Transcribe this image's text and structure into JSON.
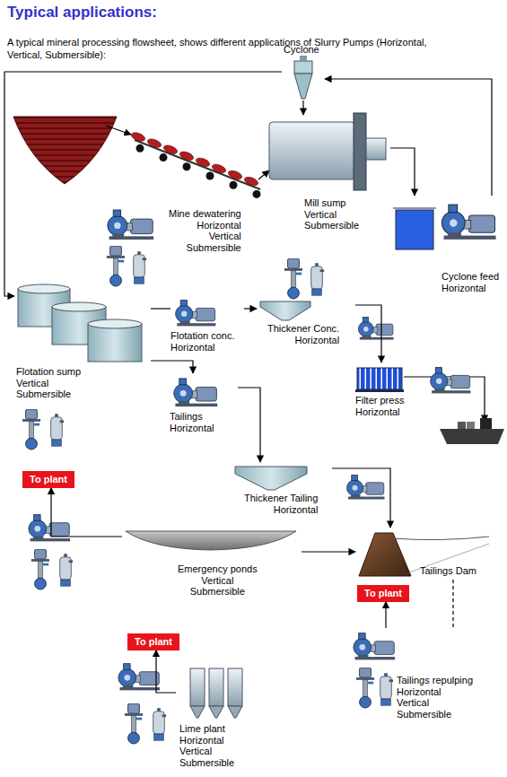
{
  "diagram": {
    "title": "Typical applications:",
    "nodes": [
      {
        "text": [
          "Cyclone"
        ]
      },
      {
        "text": [
          "Mine dewatering",
          "Horizontal",
          "Vertical",
          "Submersible"
        ]
      },
      {
        "text": [
          "Mill sump",
          "Vertical",
          "Submersible"
        ]
      },
      {
        "text": [
          "Cyclone feed",
          "Horizontal"
        ]
      },
      {
        "text": [
          "Flotation sump",
          "Vertical",
          "Submersible"
        ]
      },
      {
        "text": [
          "Flotation conc.",
          "Horizontal"
        ]
      },
      {
        "text": [
          "Thickener Conc.",
          "Horizontal"
        ]
      },
      {
        "text": [
          "Filter press",
          "Horizontal"
        ]
      },
      {
        "text": [
          "Tailings",
          "Horizontal"
        ]
      },
      {
        "text": [
          "To plant"
        ]
      },
      {
        "text": [
          "Thickener Tailing",
          "Horizontal"
        ]
      },
      {
        "text": [
          "Emergency ponds",
          "Vertical",
          "Submersible"
        ]
      },
      {
        "text": [
          "Tailings Dam"
        ]
      },
      {
        "text": [
          "To plant"
        ]
      },
      {
        "text": [
          "To plant"
        ]
      },
      {
        "text": [
          "Lime plant",
          "Horizontal",
          "Vertical",
          "Submersible"
        ]
      },
      {
        "text": [
          "Tailings repulping",
          "Horizontal",
          "Vertical",
          "Submersible"
        ]
      }
    ],
    "edges": [
      {
        "from": 0,
        "to": 4,
        "arrow": "to"
      },
      {
        "from": 3,
        "to": 0,
        "arrow": "to"
      },
      {
        "from": 0,
        "to": 2,
        "arrow": "to"
      },
      {
        "from": 2,
        "to": 3,
        "arrow": "to"
      },
      {
        "from": 4,
        "to": 5,
        "arrow": "none"
      },
      {
        "from": 5,
        "to": 6,
        "arrow": "to"
      },
      {
        "from": 6,
        "to": 7,
        "arrow": "to"
      },
      {
        "from": 4,
        "to": 8,
        "arrow": "to"
      },
      {
        "from": 8,
        "to": 10,
        "arrow": "to"
      },
      {
        "from": 10,
        "to": 12,
        "arrow": "to"
      },
      {
        "from": 11,
        "to": 9,
        "arrow": "to"
      },
      {
        "from": 11,
        "to": 12,
        "arrow": "to"
      },
      {
        "from": 15,
        "to": 13,
        "arrow": "to"
      },
      {
        "from": 12,
        "to": 16,
        "arrow": "none"
      },
      {
        "from": 16,
        "to": 14,
        "arrow": "to"
      }
    ],
    "labels": [
      "A typical mineral processing flowsheet, shows different applications of Slurry Pumps (Horizontal, Vertical, Submersible):"
    ]
  }
}
